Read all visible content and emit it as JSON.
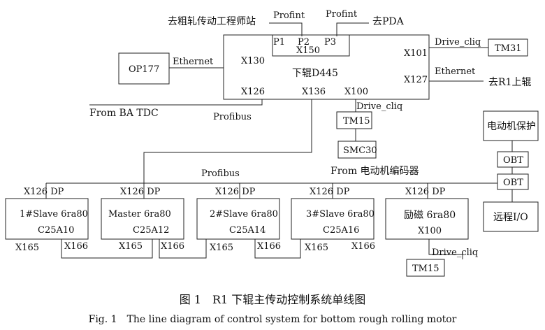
{
  "labels": {
    "station": "去粗轧传动工程师站",
    "profint_1": "Profint",
    "profint_2": "Profint",
    "to_pda": "去PDA",
    "p1": "P1",
    "p2": "P2",
    "p3": "P3",
    "x150": "X150",
    "drive_cliq_top": "Drive_cliq",
    "tm31": "TM31",
    "x101": "X101",
    "op177": "OP177",
    "ethernet_left": "Ethernet",
    "x130": "X130",
    "d445": "下辊D445",
    "x127": "X127",
    "ethernet_right": "Ethernet",
    "to_r1": "去R1上辊",
    "x126_main": "X126",
    "x136": "X136",
    "x100_main": "X100",
    "drive_cliq_mid": "Drive_cliq",
    "from_ba_tdc": "From BA TDC",
    "profibus_1": "Profibus",
    "tm15_mid": "TM15",
    "smc30": "SMC30",
    "from_encoder": "From 电动机编码器",
    "motor_protect": "电动机保护",
    "obt_1": "OBT",
    "obt_2": "OBT",
    "remote_io": "远程I/O",
    "profibus_2": "Profibus",
    "dp1": "X126 DP",
    "dp2": "X126 DP",
    "dp3": "X126 DP",
    "dp4": "X126 DP",
    "dp5": "X126 DP",
    "slave1_a": "1#Slave 6ra80",
    "slave1_b": "C25A10",
    "master_a": "Master 6ra80",
    "master_b": "C25A12",
    "slave2_a": "2#Slave 6ra80",
    "slave2_b": "C25A14",
    "slave3_a": "3#Slave 6ra80",
    "slave3_b": "C25A16",
    "exc_a": "励磁 6ra80",
    "exc_b": "X100",
    "x165_1": "X165",
    "x166_1": "X166",
    "x165_2": "X165",
    "x166_2": "X166",
    "x165_3": "X165",
    "x166_3": "X166",
    "x165_4": "X165",
    "x166_4": "X166",
    "drive_cliq_bot": "Drive_cliq",
    "tm15_bot": "TM15"
  },
  "caption": {
    "cn": "图 1　R1 下辊主传动控制系统单线图",
    "en": "Fig. 1　The line diagram of control system for bottom rough rolling motor"
  }
}
